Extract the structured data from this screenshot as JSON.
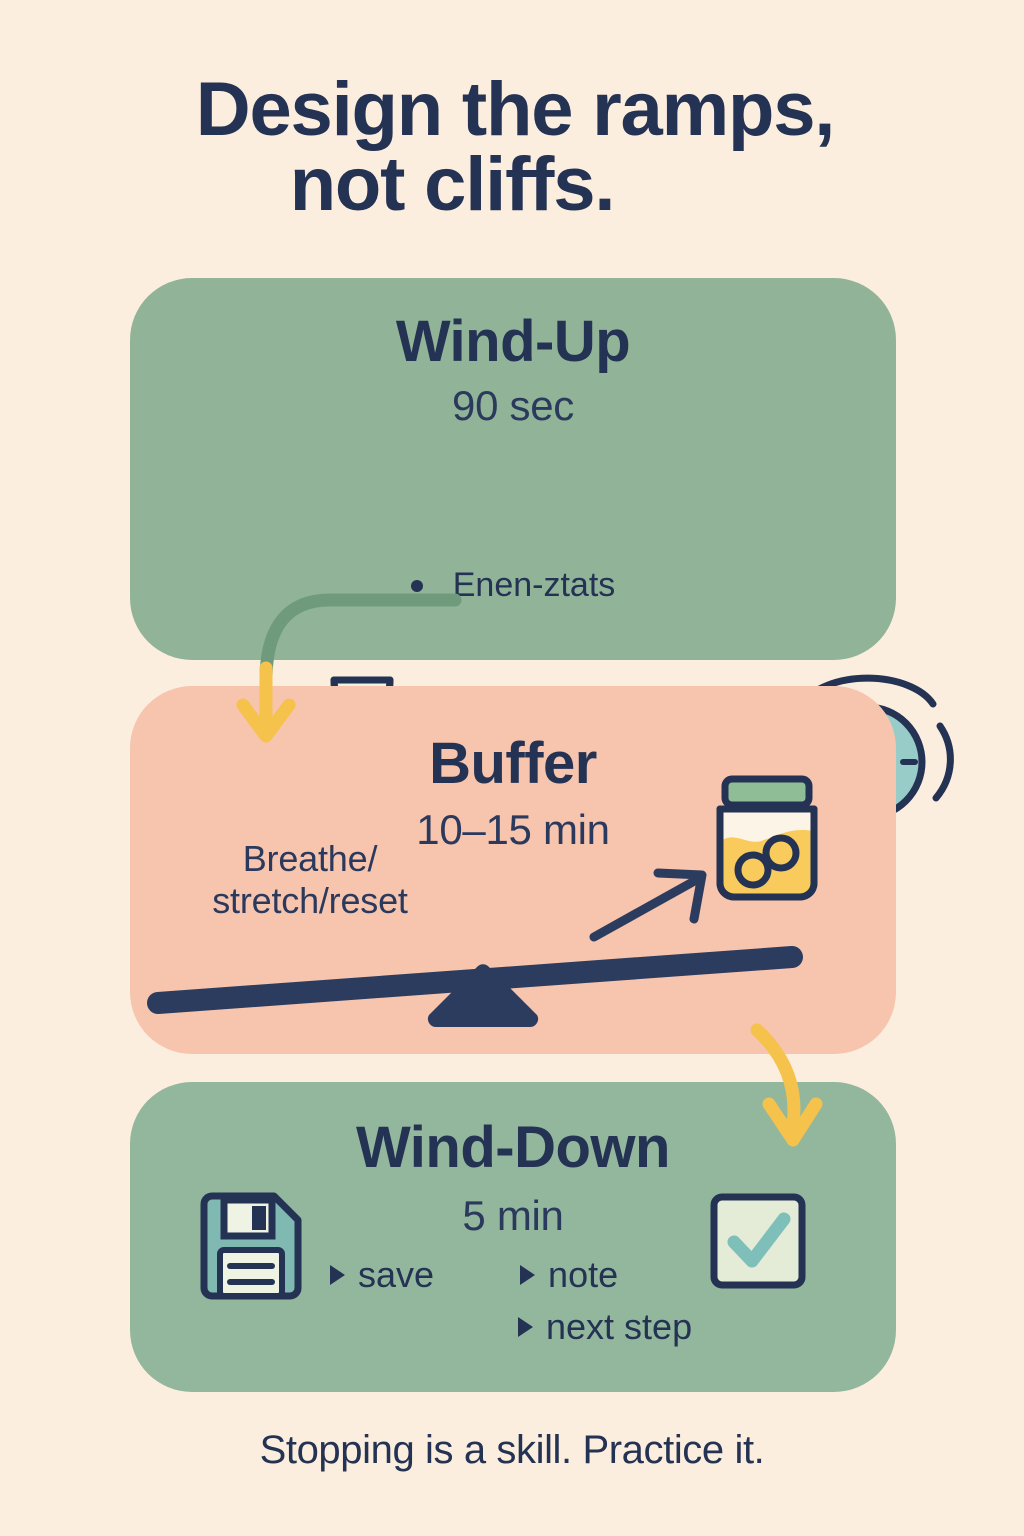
{
  "theme": {
    "background": "#FCEEDE",
    "ink": "#243253",
    "green_card": "#91B498",
    "pink_card": "#F7C4AE",
    "arrow_yellow": "#F5C24C",
    "arrow_green": "#6F9B7C",
    "teal": "#7FBFBA",
    "jar_fill": "#F8CB5C"
  },
  "title": {
    "line1": "Design the ramps,",
    "line2": "not cliffs."
  },
  "cards": [
    {
      "id": "wind-up",
      "title": "Wind-Up",
      "duration": "90 sec",
      "bullet": "Enen-ztats",
      "icons": [
        "water-glass-icon",
        "laptop-icon",
        "alarm-clock-icon"
      ]
    },
    {
      "id": "buffer",
      "title": "Buffer",
      "duration": "10–15 min",
      "side_line1": "Breathe/",
      "side_line2": "stretch/reset",
      "icons": [
        "jar-icon",
        "seesaw-balance-icon",
        "diagonal-arrow-icon"
      ]
    },
    {
      "id": "wind-down",
      "title": "Wind-Down",
      "duration": "5 min",
      "steps": [
        "save",
        "note",
        "next step"
      ],
      "icons": [
        "floppy-disk-save-icon",
        "checkbox-checked-icon"
      ]
    }
  ],
  "connectors": [
    {
      "name": "arrow-windup-to-buffer",
      "direction": "down"
    },
    {
      "name": "arrow-buffer-to-winddown",
      "direction": "down"
    }
  ],
  "footer": "Stopping is a skill. Practice it."
}
